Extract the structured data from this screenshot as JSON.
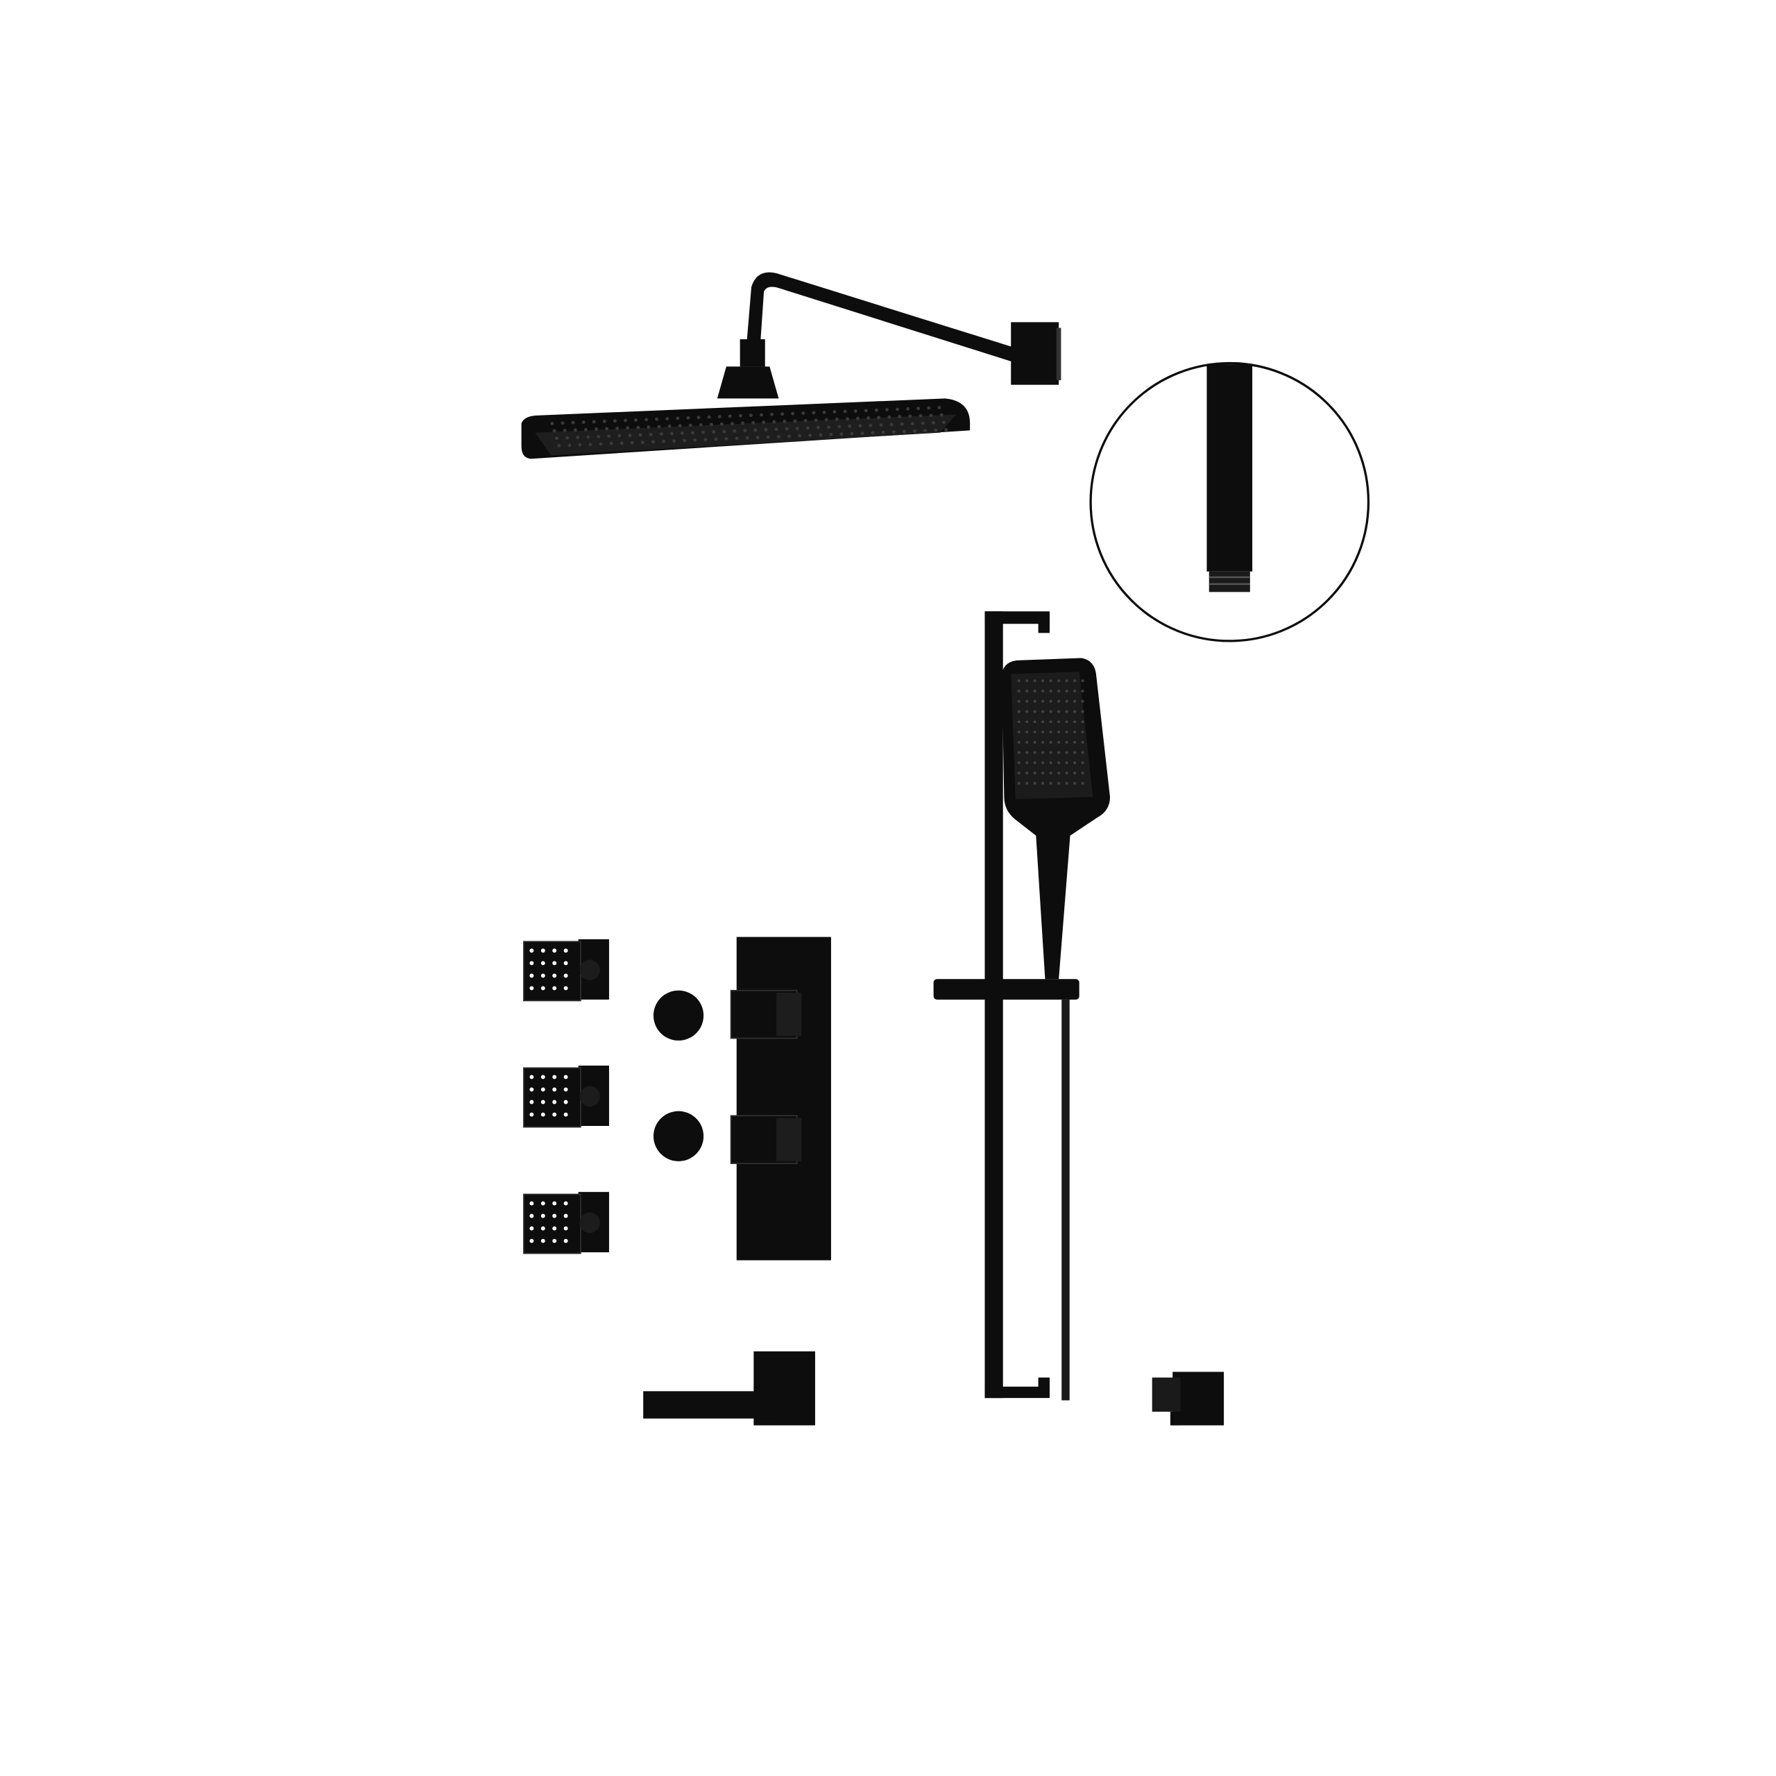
{
  "product": {
    "finish_color": "#0d0d0d",
    "background_color": "#ffffff",
    "components": [
      "rain-shower-head",
      "shower-arm",
      "detail-inset",
      "slide-bar",
      "hand-shower",
      "hose",
      "thermostatic-valve-trim",
      "volume-control-knobs",
      "body-jets",
      "tub-spout",
      "wall-outlet"
    ]
  }
}
